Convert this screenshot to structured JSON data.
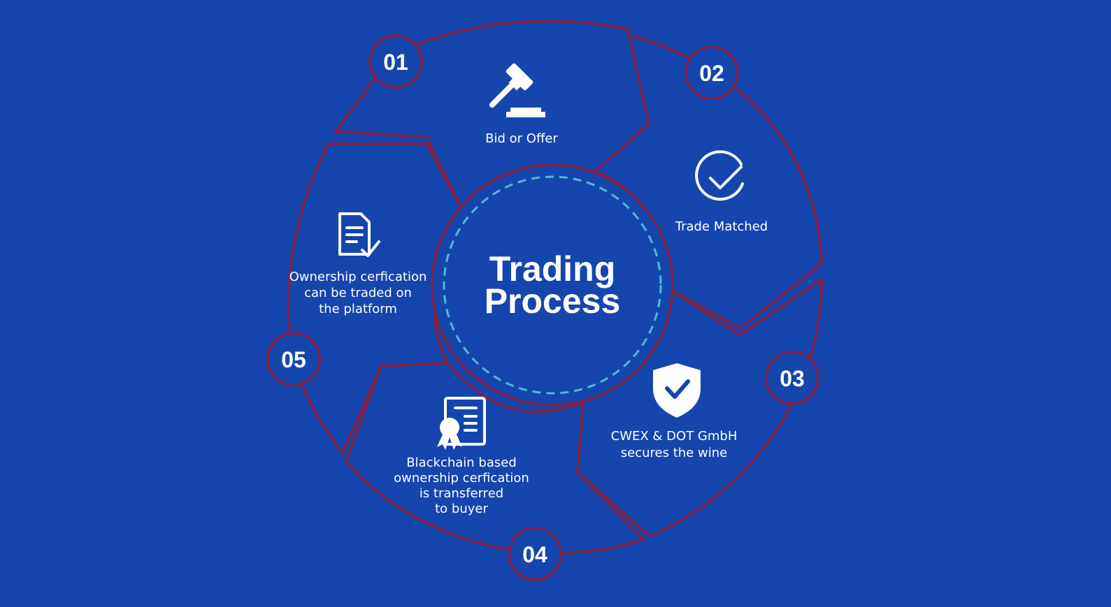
{
  "center": {
    "title_line1": "Trading",
    "title_line2": "Process"
  },
  "steps": [
    {
      "number": "01",
      "label_lines": [
        "Bid or Offer"
      ],
      "icon": "gavel-icon"
    },
    {
      "number": "02",
      "label_lines": [
        "Trade Matched"
      ],
      "icon": "check-circle-icon"
    },
    {
      "number": "03",
      "label_lines": [
        "CWEX & DOT GmbH",
        "secures the wine"
      ],
      "icon": "shield-check-icon"
    },
    {
      "number": "04",
      "label_lines": [
        "Blackchain based",
        "ownership cerfication",
        "is transferred",
        "to buyer"
      ],
      "icon": "certificate-icon"
    },
    {
      "number": "05",
      "label_lines": [
        "Ownership cerfication",
        "can be traded on",
        "the platform"
      ],
      "icon": "document-check-icon"
    }
  ],
  "colors": {
    "background": "#1446ae",
    "outline": "#7c2450",
    "dashed_ring": "#4fb9d0",
    "text": "#ffffff"
  }
}
